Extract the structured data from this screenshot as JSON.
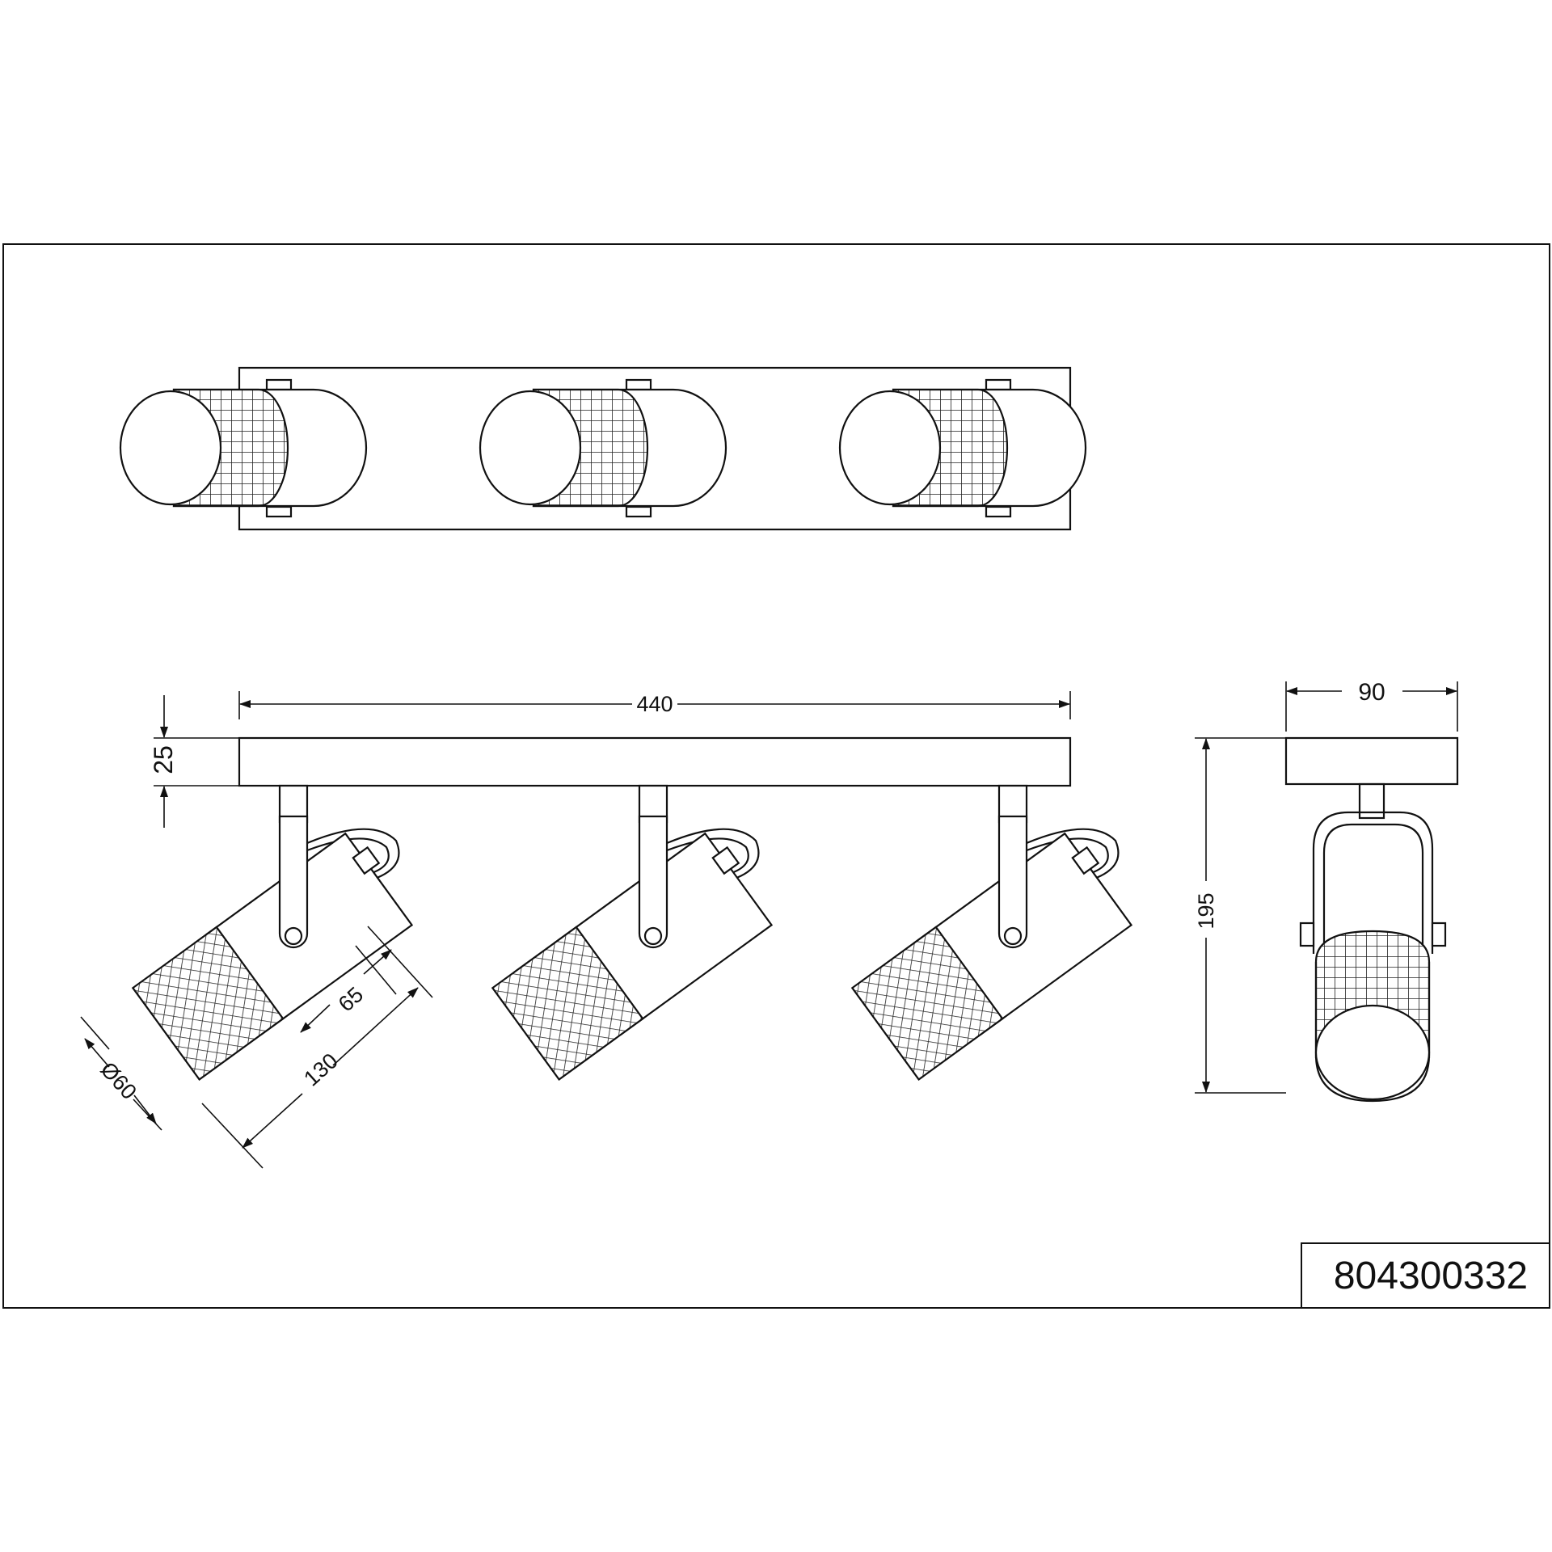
{
  "drawing": {
    "part_number": "804300332",
    "dimensions": {
      "length": "440",
      "plate_height": "25",
      "total_height": "195",
      "depth": "90",
      "head_length": "130",
      "mesh_length": "65",
      "diameter": "Ø60"
    },
    "colors": {
      "line": "#111111",
      "background": "#ffffff",
      "mesh": "#222222"
    }
  }
}
